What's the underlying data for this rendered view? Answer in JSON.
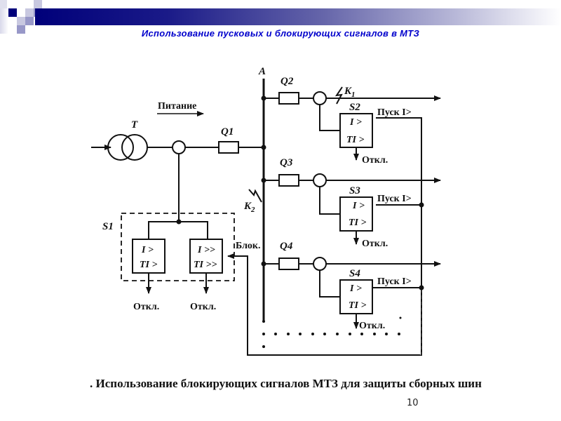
{
  "slide": {
    "title": "Использование пусковых и блокирующих сигналов в МТЗ",
    "caption": ". Использование блокирующих сигналов МТЗ для защиты сборных шин",
    "page_number": "10",
    "accent_color": "#0000cc",
    "banner_color": "#00007a"
  },
  "diagram": {
    "bus_label": "A",
    "supply_label": "Питание",
    "transformer_label": "T",
    "breakers": {
      "q1": "Q1",
      "q2": "Q2",
      "q3": "Q3",
      "q4": "Q4"
    },
    "faults": {
      "k1": "K",
      "k1_sub": "1",
      "k2": "K",
      "k2_sub": "2"
    },
    "s1": {
      "label": "S1",
      "relay_left": {
        "line1": "I >",
        "line2": "TI >",
        "trip": "Откл."
      },
      "relay_right": {
        "line1": "I >>",
        "line2": "TI >>",
        "trip": "Откл."
      }
    },
    "block_label": "Блок.",
    "feeders": [
      {
        "label": "S2",
        "line1": "I >",
        "line2": "TI >",
        "start": "Пуск I>",
        "trip": "Откл."
      },
      {
        "label": "S3",
        "line1": "I >",
        "line2": "TI >",
        "start": "Пуск I>",
        "trip": "Откл."
      },
      {
        "label": "S4",
        "line1": "I >",
        "line2": "TI >",
        "start": "Пуск I>",
        "trip": "Откл."
      }
    ]
  }
}
